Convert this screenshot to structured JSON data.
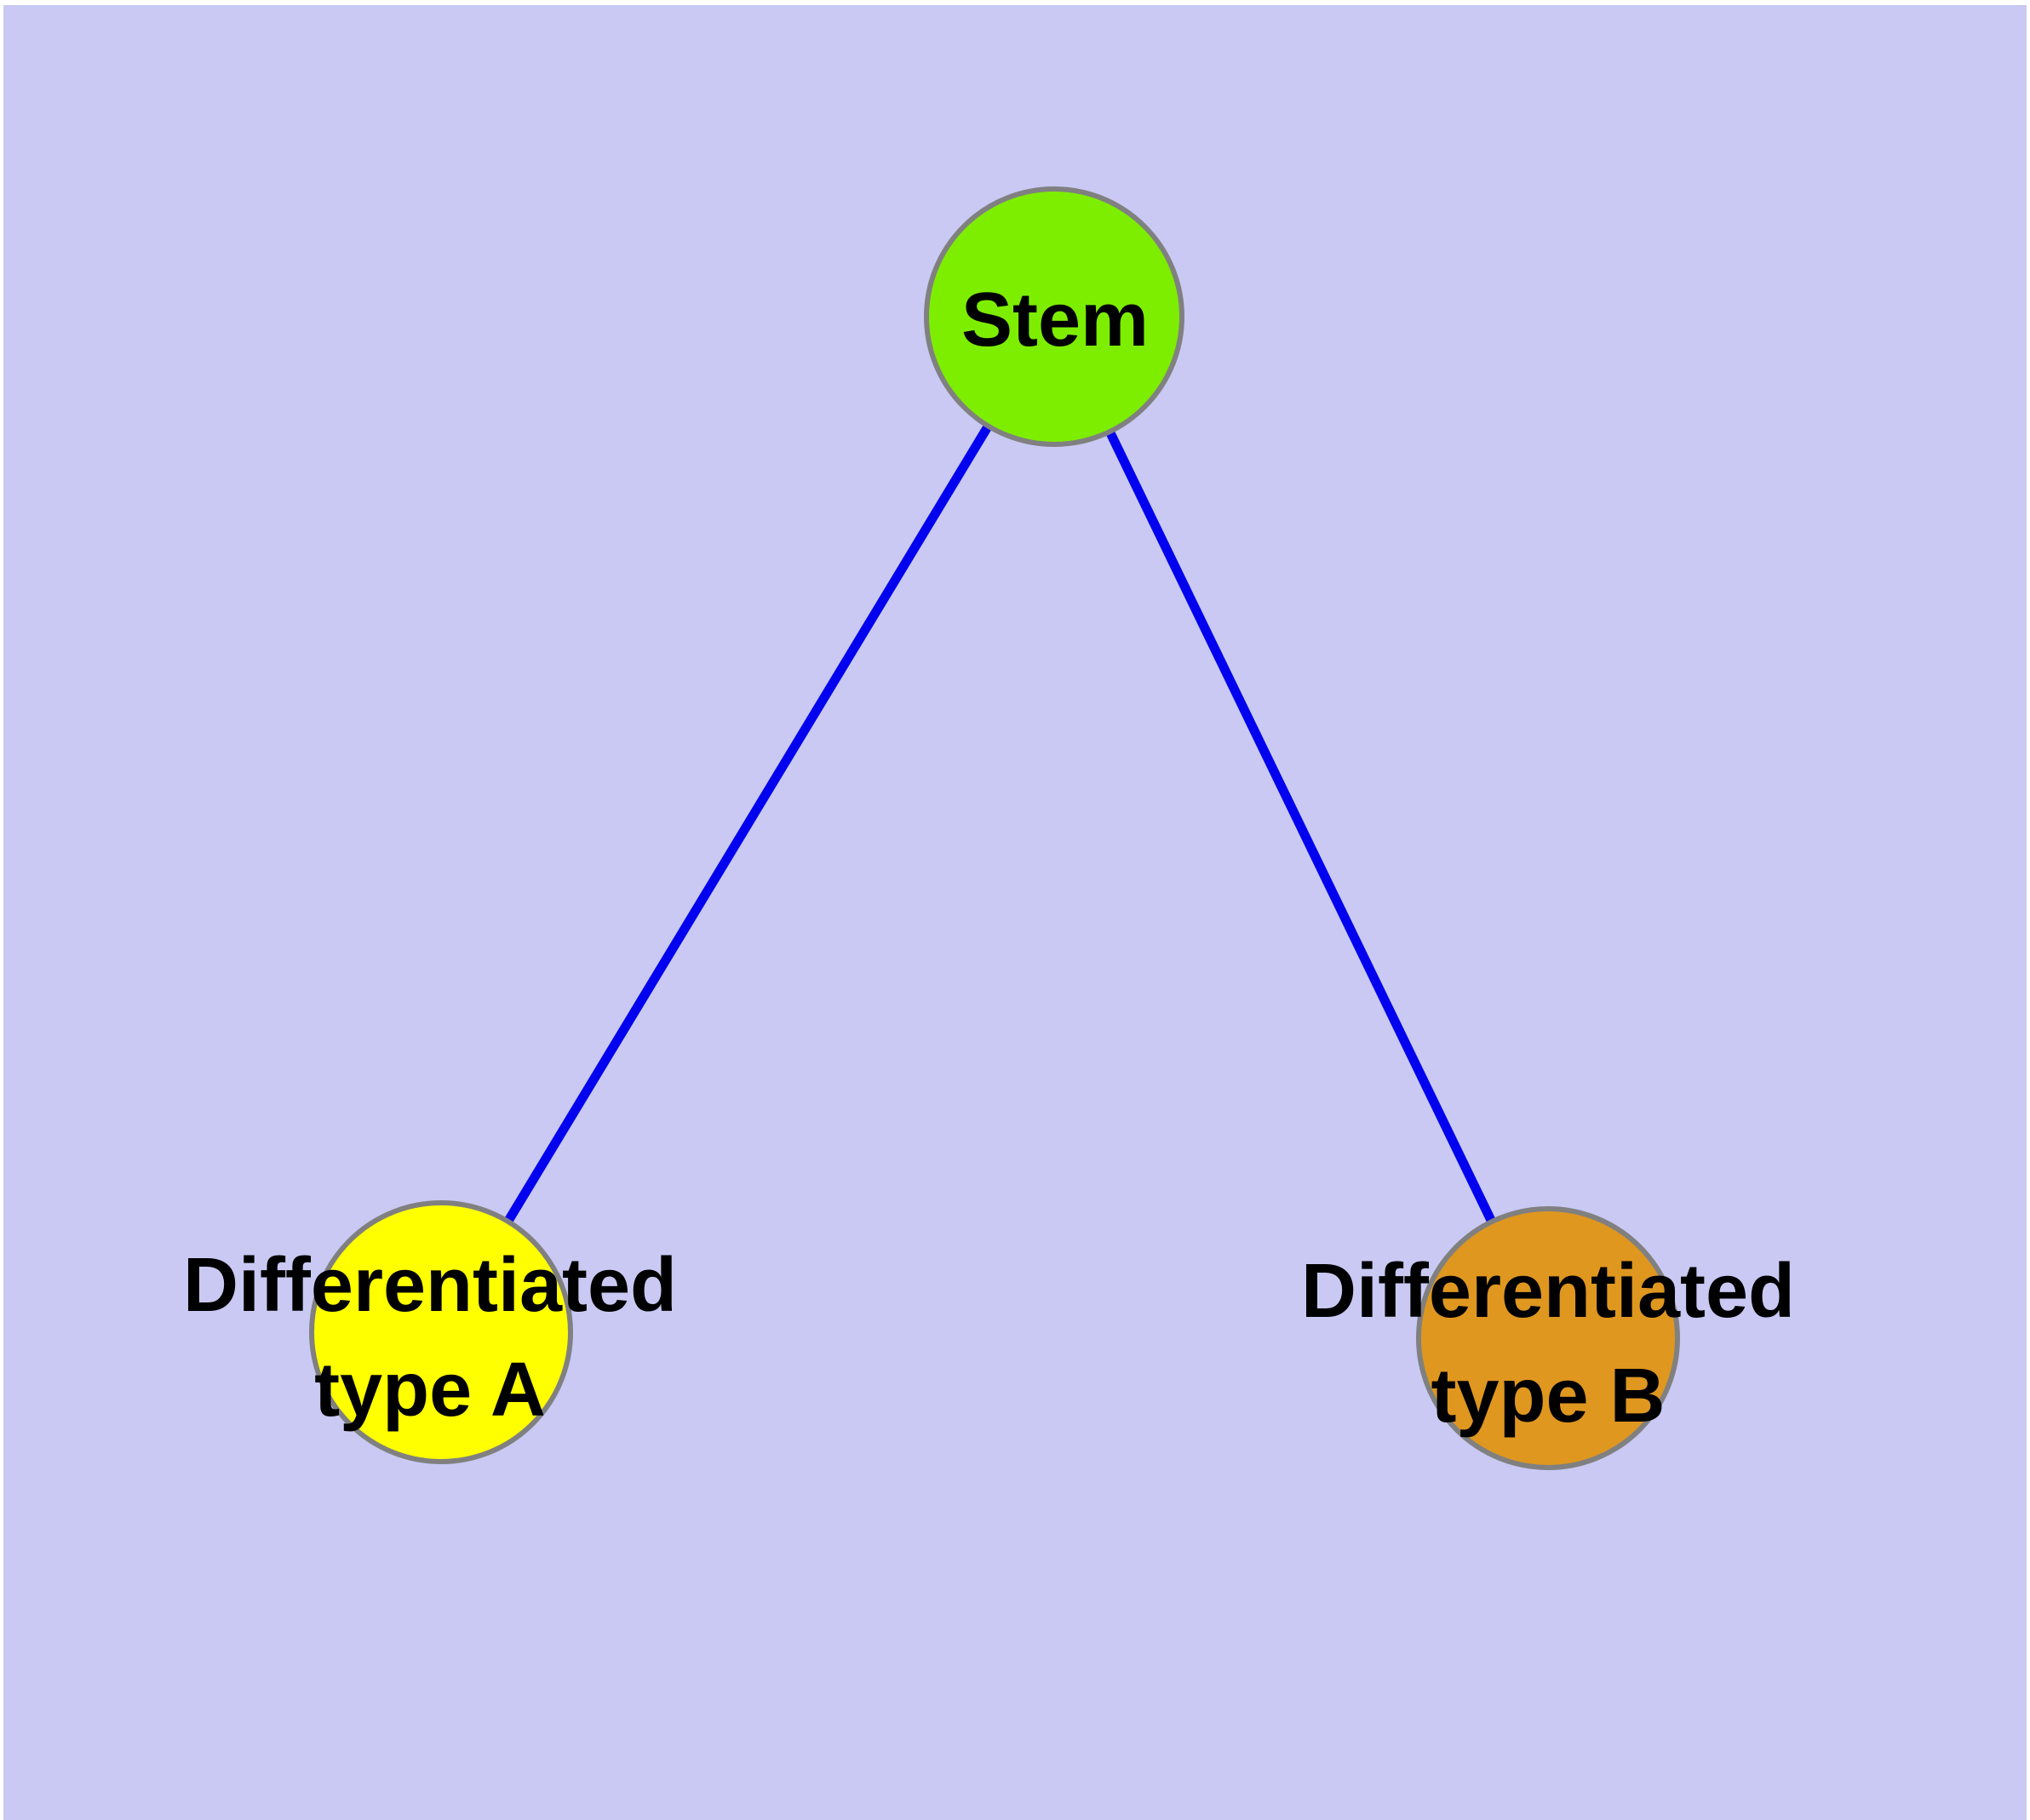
{
  "figure": {
    "background_color": "#c9c9f4",
    "margin_color": "#ffffff",
    "text_color": "#000000"
  },
  "edges": {
    "color": "#0202ee",
    "items": [
      {
        "from": "Stem",
        "to": "Differentiated type A"
      },
      {
        "from": "Stem",
        "to": "Differentiated type B"
      }
    ]
  },
  "nodes": {
    "stem": {
      "label": "Stem",
      "fill": "#7dee00",
      "border": "#808080"
    },
    "type_a": {
      "label_line1": "Differentiated",
      "label_line2": "type A",
      "fill": "#ffff00",
      "border": "#808080"
    },
    "type_b": {
      "label_line1": "Differentiated",
      "label_line2": "type B",
      "fill": "#df971f",
      "border": "#808080"
    }
  }
}
